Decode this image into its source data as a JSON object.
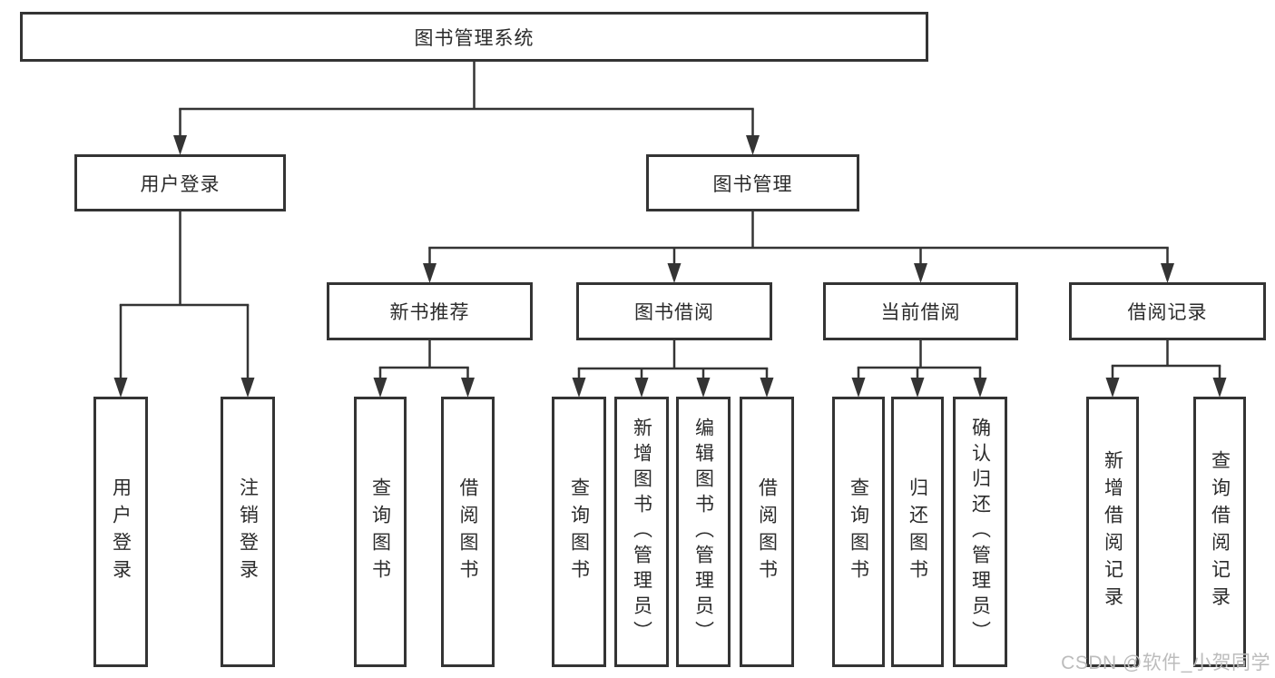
{
  "diagram": {
    "root": {
      "label": "图书管理系统"
    },
    "level2": [
      {
        "label": "用户登录"
      },
      {
        "label": "图书管理"
      }
    ],
    "level3": [
      {
        "label": "新书推荐"
      },
      {
        "label": "图书借阅"
      },
      {
        "label": "当前借阅"
      },
      {
        "label": "借阅记录"
      }
    ],
    "leaves": {
      "user_login": [
        "用户登录",
        "注销登录"
      ],
      "new_book_recommendation": [
        "查询图书",
        "借阅图书"
      ],
      "book_borrowing": [
        "查询图书",
        "新增图书（管理员）",
        "编辑图书（管理员）",
        "借阅图书"
      ],
      "current_borrowing": [
        "查询图书",
        "归还图书",
        "确认归还（管理员）"
      ],
      "borrowing_records": [
        "新增借阅记录",
        "查询借阅记录"
      ]
    }
  },
  "watermark": {
    "text": "CSDN @软件_小贺同学"
  },
  "colors": {
    "line": "#343434",
    "box_border": "#343434",
    "box_fill": "#ffffff",
    "text": "#2b2b2b",
    "watermark": "#bcbcbc",
    "background": "#ffffff"
  }
}
